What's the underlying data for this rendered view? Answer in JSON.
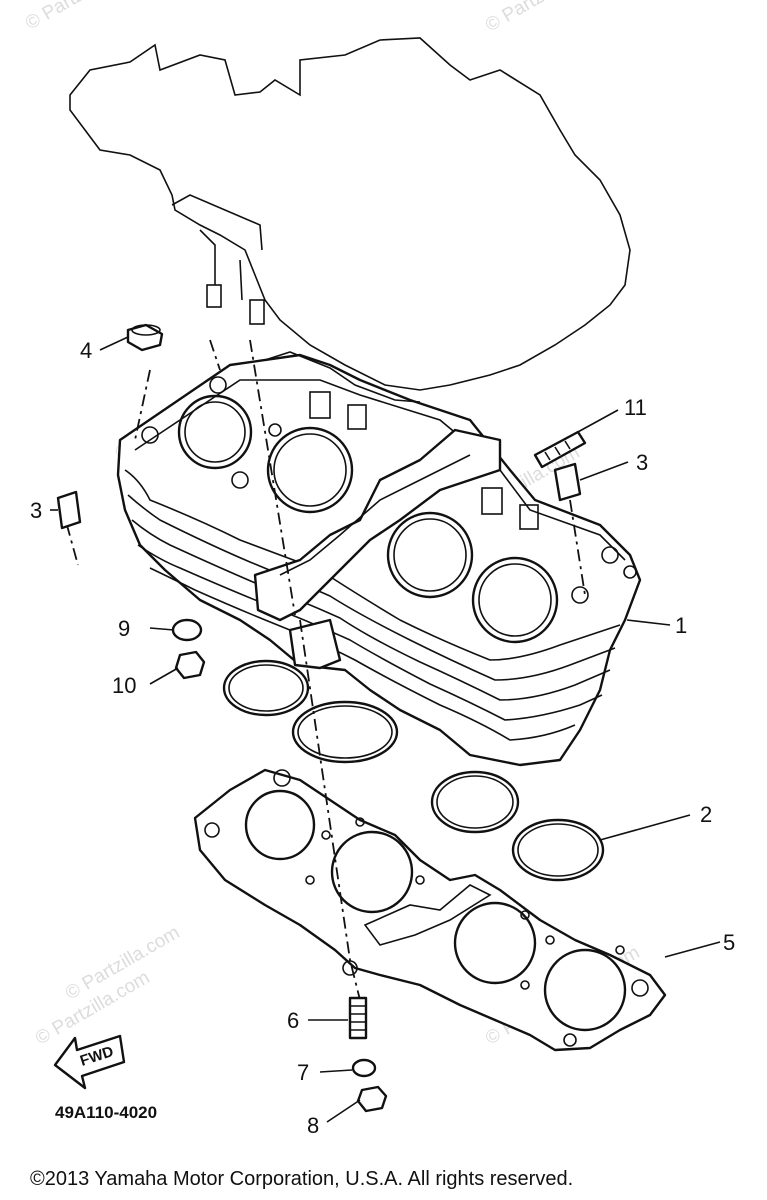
{
  "callouts": {
    "c1": "1",
    "c2": "2",
    "c3a": "3",
    "c3b": "3",
    "c4": "4",
    "c5": "5",
    "c6": "6",
    "c7": "7",
    "c8": "8",
    "c9": "9",
    "c10": "10",
    "c11": "11"
  },
  "fwd_label": "FWD",
  "diagram_code": "49A110-4020",
  "watermarks": [
    "© Partzilla.com",
    "© Partzilla.com",
    "© Partzilla.com",
    "© Partzilla.com",
    "© Partzilla.com",
    "© Partzilla.com",
    "© Partzilla.com",
    "© Partzilla.com"
  ],
  "copyright": "©2013  Yamaha Motor Corporation, U.S.A. All rights reserved."
}
